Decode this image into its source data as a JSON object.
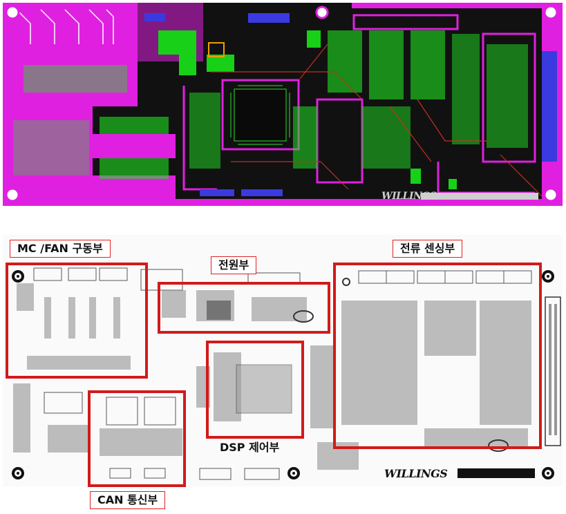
{
  "sections": {
    "mc_fan": {
      "label": "MC /FAN 구동부"
    },
    "power": {
      "label": "전원부"
    },
    "current": {
      "label": "전류 센싱부"
    },
    "dsp": {
      "label": "DSP 제어부"
    },
    "can": {
      "label": "CAN 통신부"
    }
  },
  "brand": {
    "name": "WILLINGS"
  },
  "colors": {
    "box_red": "#d21a1a",
    "pcb_magenta": "#e020e0",
    "pcb_green": "#18d018",
    "pcb_black": "#111111",
    "silk_bg": "#fafafa"
  }
}
